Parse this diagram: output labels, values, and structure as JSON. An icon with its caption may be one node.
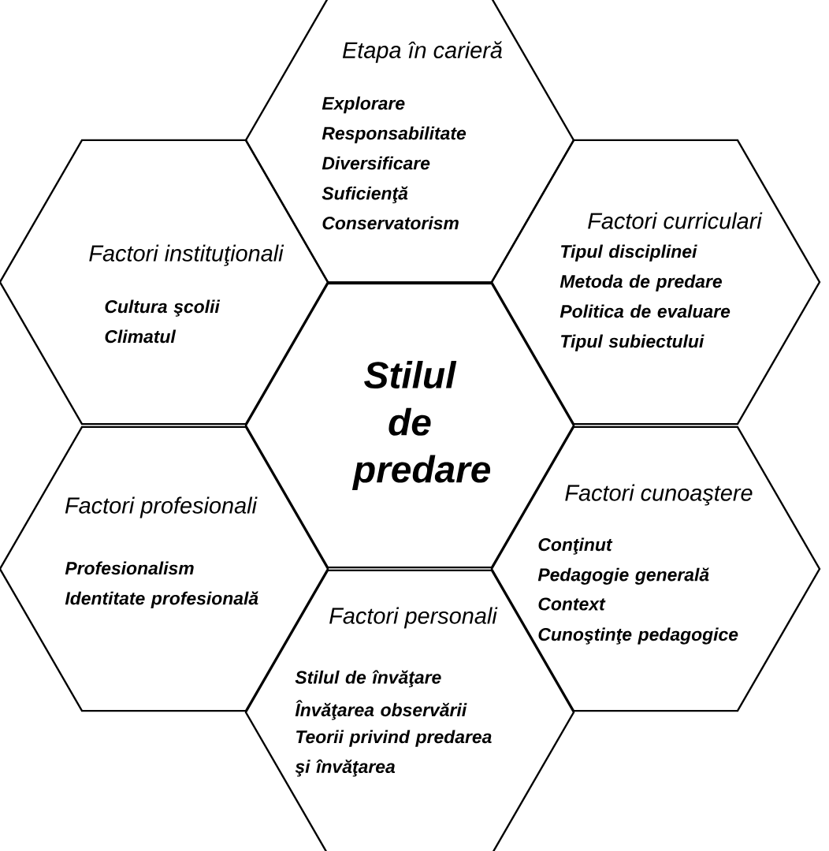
{
  "diagram": {
    "nodes": [
      {
        "text": [
          "Etapa în carieră",
          "Explorare",
          "Responsabilitate",
          "Diversificare",
          "Suficienţă",
          "Conservatorism"
        ]
      },
      {
        "text": [
          "Factori instituţionali",
          "Cultura şcolii",
          "Climatul"
        ]
      },
      {
        "text": [
          "Factori curriculari",
          "Tipul disciplinei",
          "Metoda de predare",
          "Politica de evaluare",
          "Tipul subiectului"
        ]
      },
      {
        "text": [
          "Stilul de predare"
        ]
      },
      {
        "text": [
          "Factori profesionali",
          "Profesionalism",
          "Identitate profesională"
        ]
      },
      {
        "text": [
          "Factori cunoaştere",
          "Conţinut",
          "Pedagogie generală",
          "Context",
          "Cunoştinţe pedagogice"
        ]
      },
      {
        "text": [
          "Factori personali",
          "Stilul de învăţare",
          "Învăţarea observării",
          "Teorii privind predarea şi învăţarea"
        ]
      }
    ]
  }
}
